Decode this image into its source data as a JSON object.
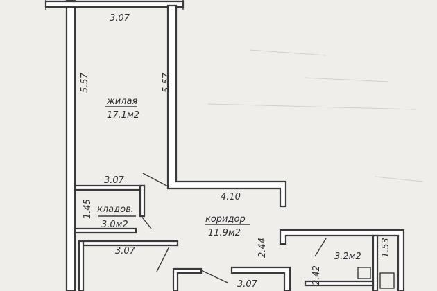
{
  "plan": {
    "dimensions": {
      "living_top": "3.07",
      "living_left": "5.57",
      "living_right": "5.57",
      "living_bottom": "3.07",
      "corridor_top": "4.10",
      "storage_height": "1.45",
      "lower_room_top": "3.07",
      "corridor_right": "2.44",
      "bath_height": "2.42",
      "wc_height": "1.53",
      "bottom_room_top": "3.07"
    },
    "rooms": {
      "living": {
        "name": "жилая",
        "area": "17.1м2"
      },
      "storage": {
        "name": "кладов.",
        "area": "3.0м2"
      },
      "corridor": {
        "name": "коридор",
        "area": "11.9м2"
      },
      "wc": {
        "area": "3.2м2"
      }
    },
    "colors": {
      "paper": "#efeeea",
      "wall_fill": "#ffffff",
      "ink": "#3a3a3c"
    }
  }
}
